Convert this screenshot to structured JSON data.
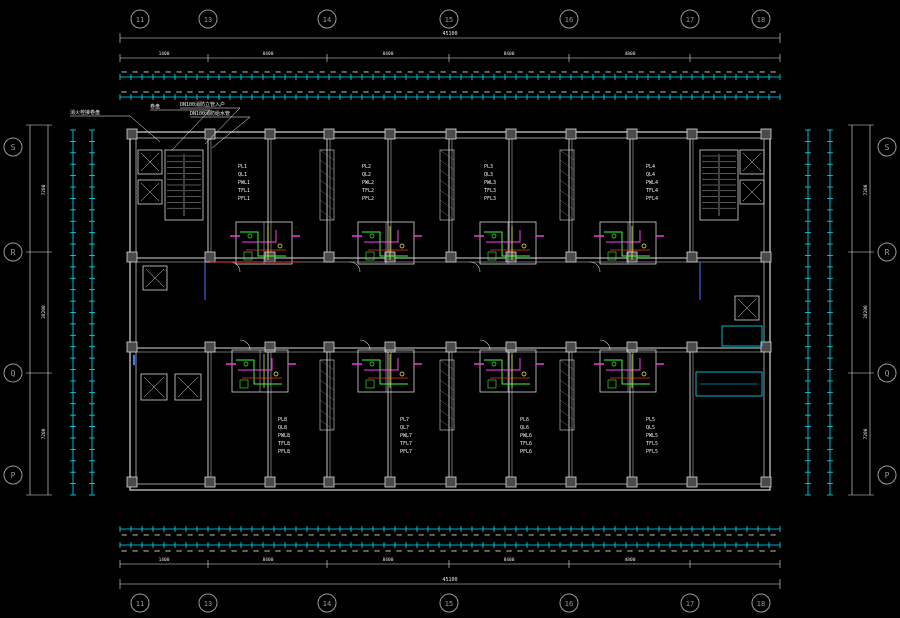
{
  "drawing": {
    "background": "#000000",
    "colors": {
      "wall": "#d8d8d8",
      "wall_hatch": "#8a8a8a",
      "grid_bubble": "#9a9a9a",
      "dimension": "#00e5ff",
      "dimension_text": "#e8e8e8",
      "pipe_magenta": "#ff3df5",
      "pipe_green": "#33ff33",
      "pipe_red": "#ff2a2a",
      "pipe_yellow": "#ffff33",
      "pipe_blue": "#3a7bff",
      "label_text": "#f2f2f2",
      "leader": "#ffffff"
    },
    "grid_columns": [
      "11",
      "13",
      "14",
      "15",
      "16",
      "17",
      "18"
    ],
    "grid_rows": [
      "S",
      "R",
      "Q",
      "P"
    ],
    "overall_dimension": "45100",
    "sub_dimensions": [
      "1400",
      "8400",
      "8400",
      "8400",
      "4800"
    ],
    "side_dimensions_left": [
      "7200",
      "28200",
      "7200"
    ],
    "side_dimensions_right": [
      "7200",
      "28200",
      "7200"
    ],
    "callouts": [
      "消火栓接卷盘",
      "卷盘",
      "DN100消防立管入户",
      "DN100消防给水管"
    ],
    "riser_tags_top": [
      [
        "PL1",
        "QL1",
        "PWL1",
        "TFL1",
        "PFL1"
      ],
      [
        "PL2",
        "QL2",
        "PWL2",
        "TFL2",
        "PFL2"
      ],
      [
        "PL3",
        "QL3",
        "PWL3",
        "TFL3",
        "PFL3"
      ],
      [
        "PL4",
        "QL4",
        "PWL4",
        "TFL4",
        "PFL4"
      ]
    ],
    "riser_tags_bottom": [
      [
        "PL8",
        "QL8",
        "PWL8",
        "TFL8",
        "PFL8"
      ],
      [
        "PL7",
        "QL7",
        "PWL7",
        "TFL7",
        "PFL7"
      ],
      [
        "PL6",
        "QL6",
        "PWL6",
        "TFL6",
        "PFL6"
      ],
      [
        "PL5",
        "QL5",
        "PWL5",
        "TFL5",
        "PFL5"
      ]
    ]
  }
}
